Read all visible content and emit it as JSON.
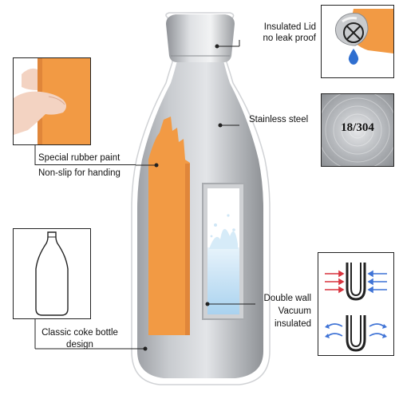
{
  "callouts": {
    "lid": {
      "line1": "Insulated Lid",
      "line2": "no leak proof"
    },
    "steel": {
      "label": "Stainless steel",
      "grade": "18/304"
    },
    "paint": {
      "line1": "Special rubber paint",
      "line2": "Non-slip for handing"
    },
    "wall": {
      "line1": "Double wall",
      "line2": "Vacuum",
      "line3": "insulated"
    },
    "shape": {
      "line1": "Classic coke bottle",
      "line2": "design"
    }
  },
  "colors": {
    "orange": "#f29a44",
    "steel": "#b9bcc0",
    "water": "#bfe0f6",
    "hot_arrow": "#d9343f",
    "cold_arrow": "#3f73d6",
    "outline": "#222222"
  },
  "icons": [
    "lid-icon",
    "no-leak-icon",
    "water-drop-icon",
    "steel-texture-icon",
    "bottle-outline-icon",
    "double-wall-icon",
    "vacuum-icon"
  ]
}
